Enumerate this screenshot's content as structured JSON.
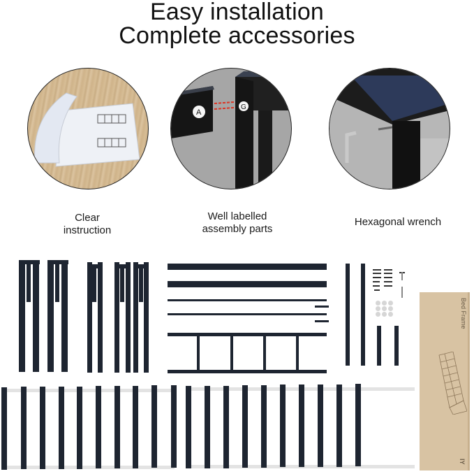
{
  "header": {
    "line1": "Easy installation",
    "line2": "Complete accessories"
  },
  "features": [
    {
      "caption_line1": "Clear",
      "caption_line2": "instruction",
      "icon": "instruction-manual"
    },
    {
      "caption_line1": "Well labelled",
      "caption_line2": "assembly parts",
      "icon": "labelled-joint",
      "labels": [
        "A",
        "G"
      ]
    },
    {
      "caption_line1": "Hexagonal wrench",
      "caption_line2": "",
      "icon": "hex-wrench"
    }
  ],
  "package": {
    "box_label": "Bed Frame",
    "box_logo": "IY"
  },
  "colors": {
    "metal": "#1e2531",
    "box": "#d8c3a3",
    "background": "#ffffff"
  }
}
